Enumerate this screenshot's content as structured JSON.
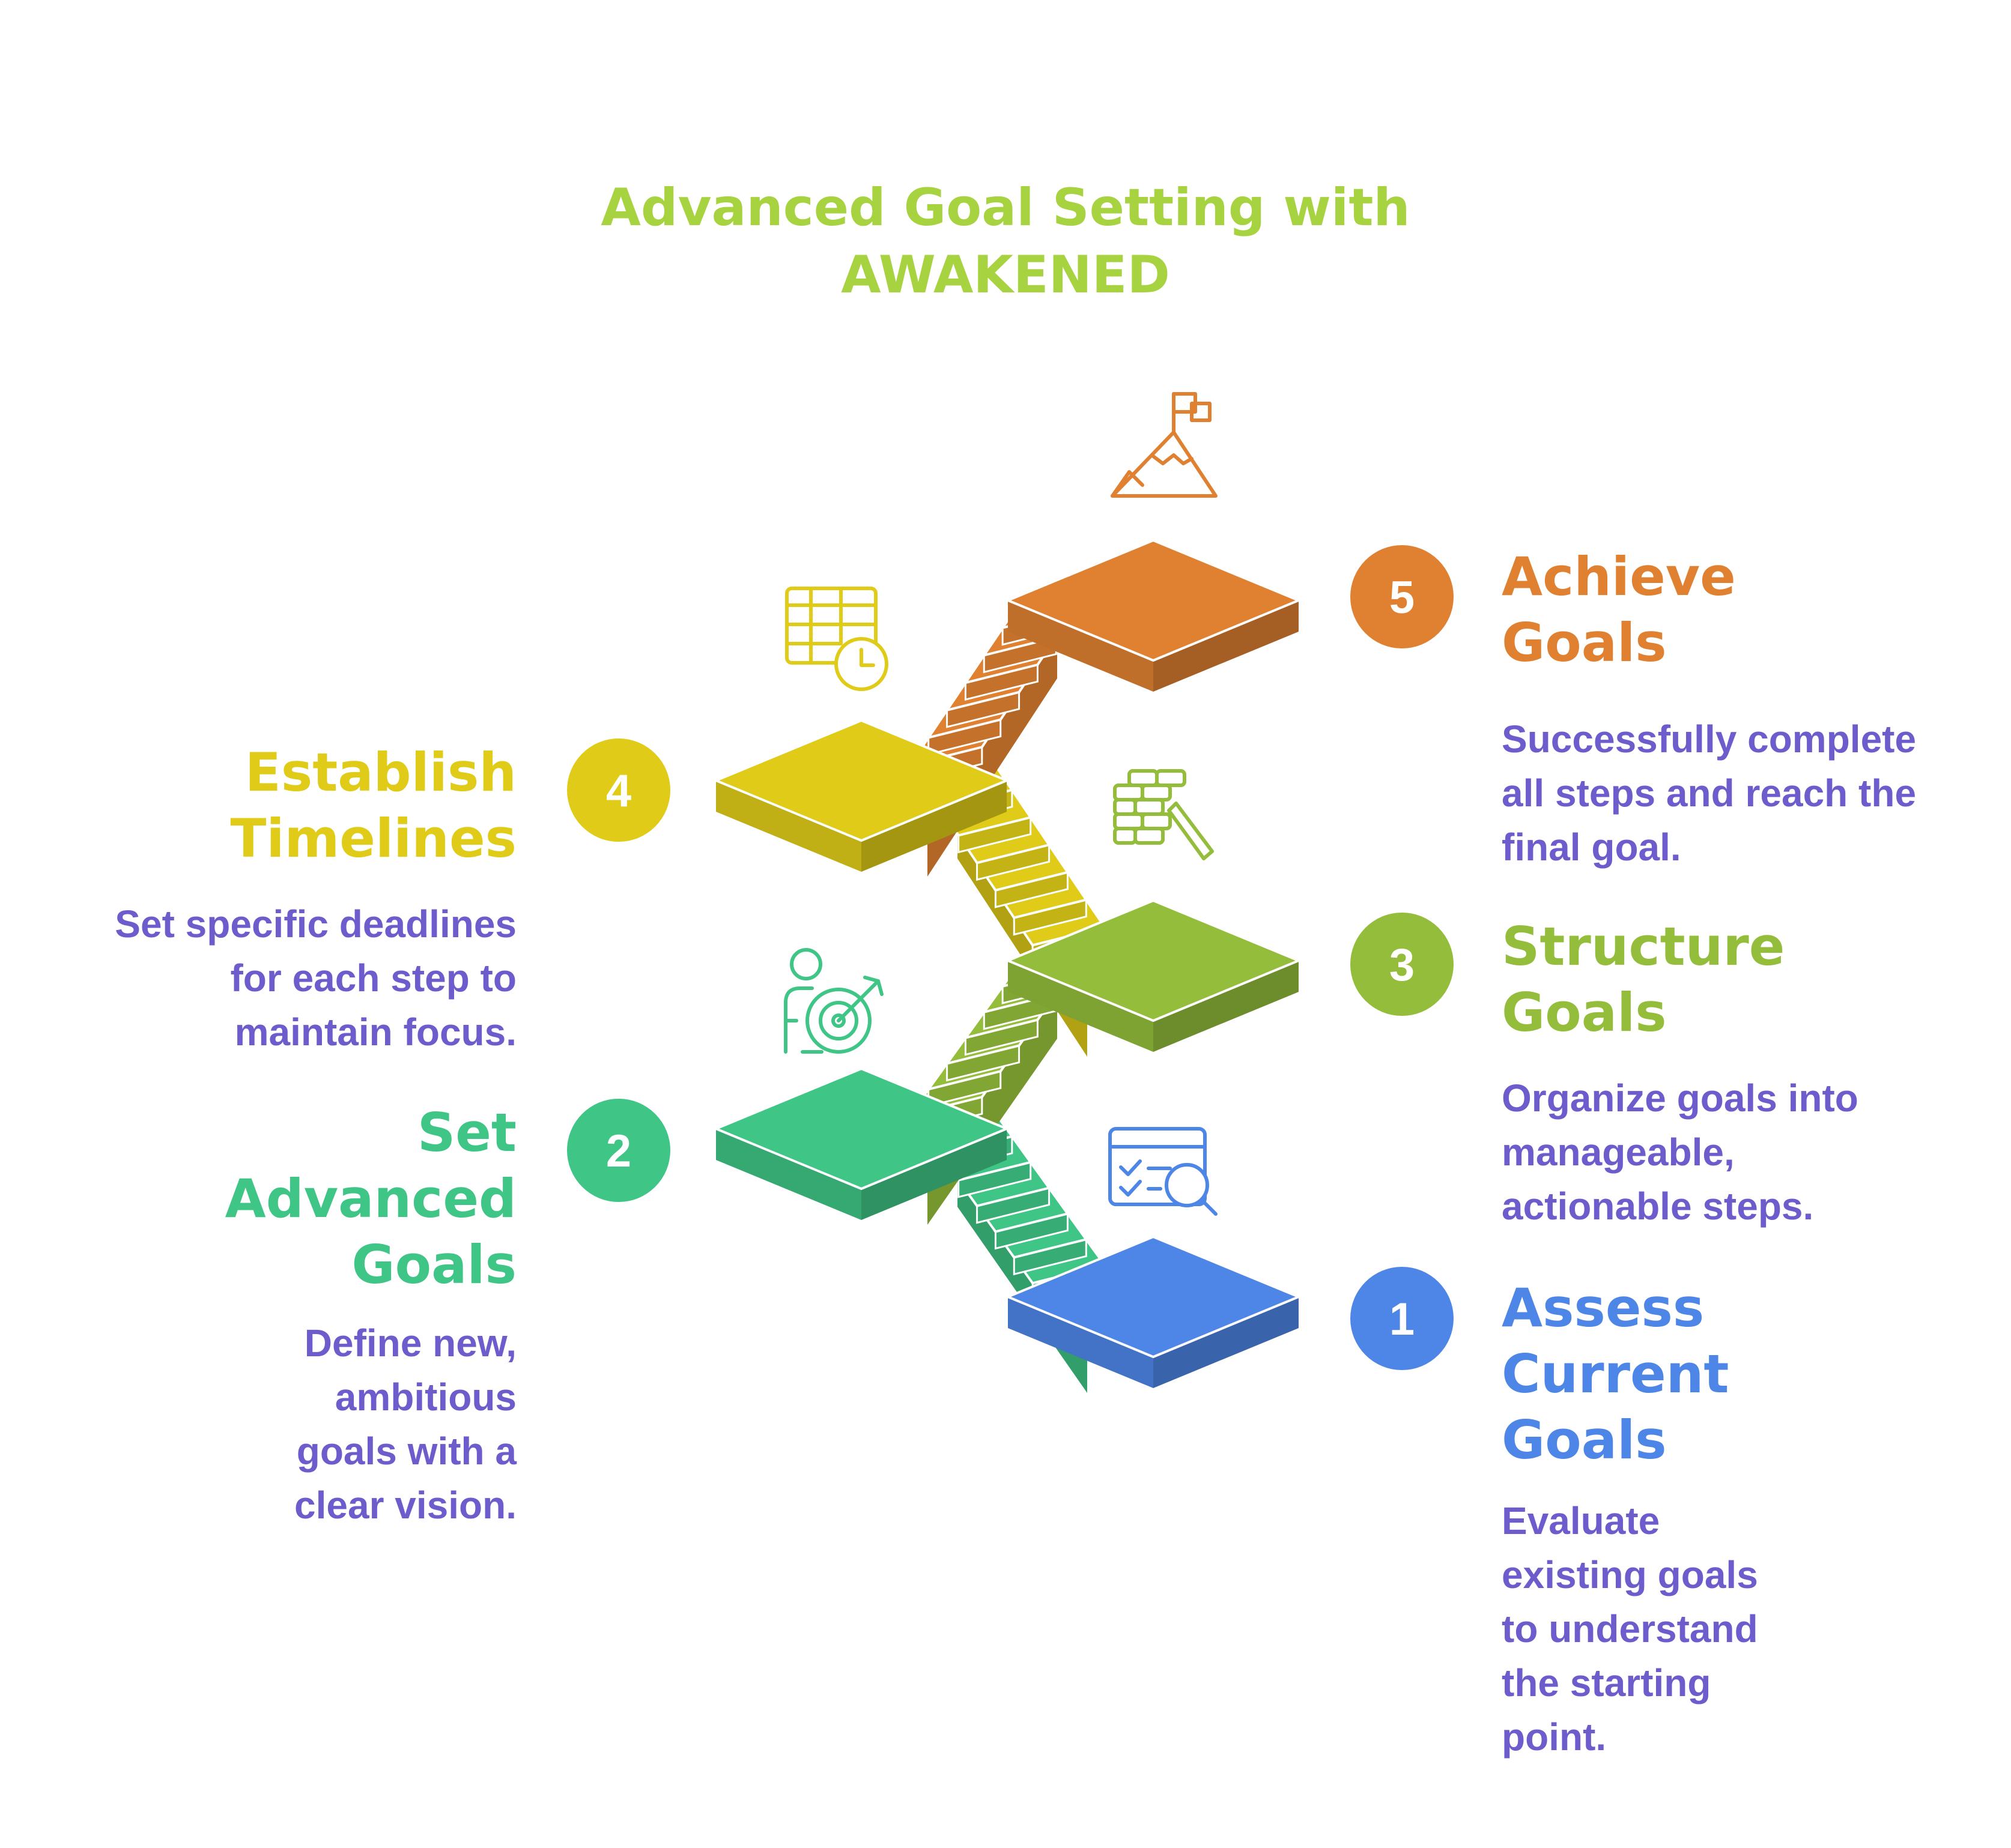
{
  "title": {
    "line1": "Advanced Goal Setting with",
    "line2": "AWAKENED"
  },
  "colors": {
    "title": "#a6d33f",
    "description": "#6c5ccc",
    "step1": "#4d86e6",
    "step2": "#3fc585",
    "step3": "#93bd3a",
    "step4": "#dfcb18",
    "step5": "#df8131"
  },
  "steps": [
    {
      "number": "1",
      "heading_lines": [
        "Assess",
        "Current",
        "Goals"
      ],
      "description_lines": [
        "Evaluate",
        "existing goals",
        "to understand",
        "the starting",
        "point."
      ],
      "icon": "checklist-search-icon"
    },
    {
      "number": "2",
      "heading_lines": [
        "Set",
        "Advanced",
        "Goals"
      ],
      "description_lines": [
        "Define new,",
        "ambitious",
        "goals with a",
        "clear vision."
      ],
      "icon": "person-target-icon"
    },
    {
      "number": "3",
      "heading_lines": [
        "Structure",
        "Goals"
      ],
      "description_lines": [
        "Organize goals into",
        "manageable,",
        "actionable steps."
      ],
      "icon": "bricks-trowel-icon"
    },
    {
      "number": "4",
      "heading_lines": [
        "Establish",
        "Timelines"
      ],
      "description_lines": [
        "Set specific deadlines",
        "for each step to",
        "maintain focus."
      ],
      "icon": "calendar-clock-icon"
    },
    {
      "number": "5",
      "heading_lines": [
        "Achieve",
        "Goals"
      ],
      "description_lines": [
        "Successfully complete",
        "all steps and reach the",
        "final goal."
      ],
      "icon": "mountain-flag-icon"
    }
  ]
}
